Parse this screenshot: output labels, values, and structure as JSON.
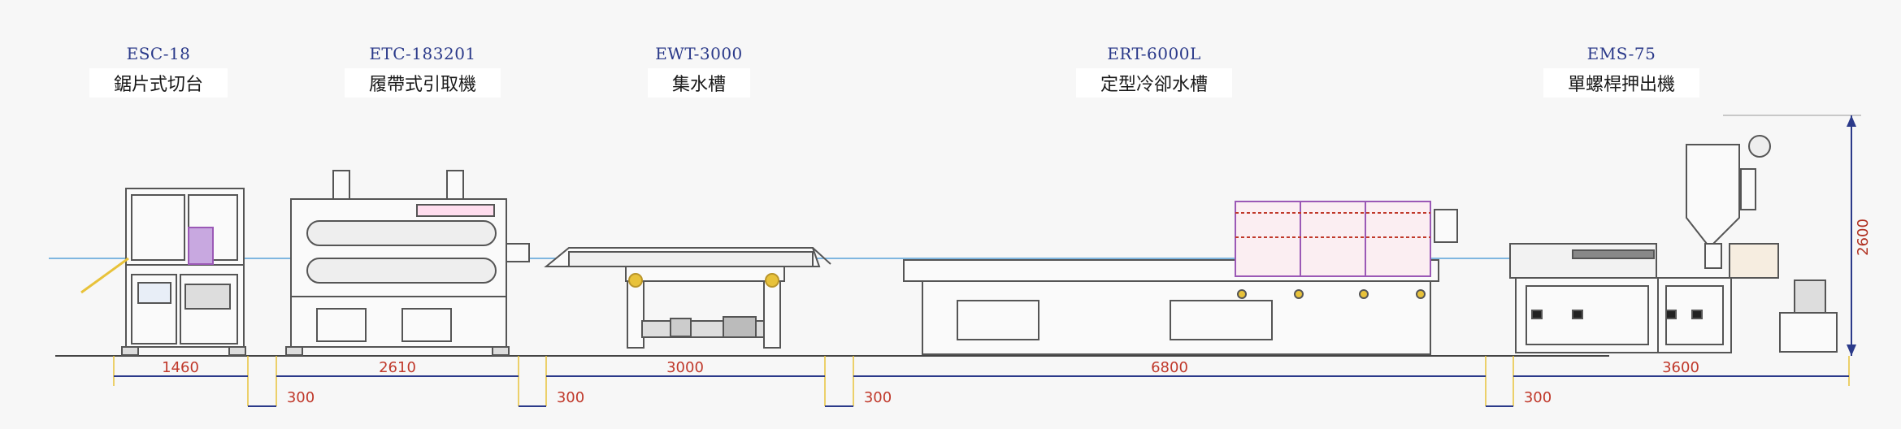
{
  "machines": [
    {
      "model": "ESC-18",
      "name": "鋸片式切台"
    },
    {
      "model": "ETC-183201",
      "name": "履帶式引取機"
    },
    {
      "model": "EWT-3000",
      "name": "集水槽"
    },
    {
      "model": "ERT-6000L",
      "name": "定型冷卻水槽"
    },
    {
      "model": "EMS-75",
      "name": "單螺桿押出機"
    }
  ],
  "dimensions": {
    "lengths": [
      "1460",
      "2610",
      "3000",
      "6800",
      "3600"
    ],
    "gaps": [
      "300",
      "300",
      "300",
      "300"
    ],
    "height": "2600"
  },
  "colors": {
    "line": "#555555",
    "dimension": "#2b3a8a",
    "dimension_text": "#c0392b",
    "centerline": "#7fb6e0",
    "accent_yellow": "#e8c23a",
    "accent_purple": "#9b59b6"
  }
}
